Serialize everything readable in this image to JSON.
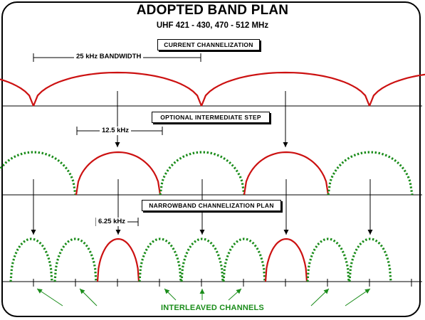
{
  "title": "ADOPTED BAND PLAN",
  "subtitle": "UHF 421 - 430, 470 - 512 MHz",
  "panels": {
    "current": {
      "label": "CURRENT CHANNELIZATION",
      "dimension": "25 kHz BANDWIDTH"
    },
    "intermediate": {
      "label": "OPTIONAL INTERMEDIATE STEP",
      "dimension": "12.5 kHz"
    },
    "narrowband": {
      "label": "NARROWBAND CHANNELIZATION PLAN",
      "dimension": "6.25 kHz"
    }
  },
  "interleaved_label": "INTERLEAVED CHANNELS",
  "colors": {
    "active": "#cc1111",
    "interleaved": "#1a8c1a",
    "line": "#000000"
  }
}
